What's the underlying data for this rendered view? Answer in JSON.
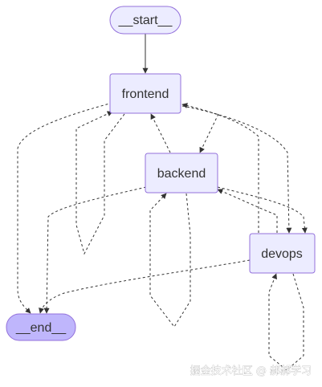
{
  "nodes": {
    "start": "__start__",
    "frontend": "frontend",
    "backend": "backend",
    "devops": "devops",
    "end": "__end__"
  },
  "watermark": "掘金技术社区 @ 郝郝学习",
  "colors": {
    "node_fill": "#ECECFF",
    "node_stroke": "#9370DB",
    "terminal_fill": "#BFB6FC",
    "edge": "#333333"
  }
}
